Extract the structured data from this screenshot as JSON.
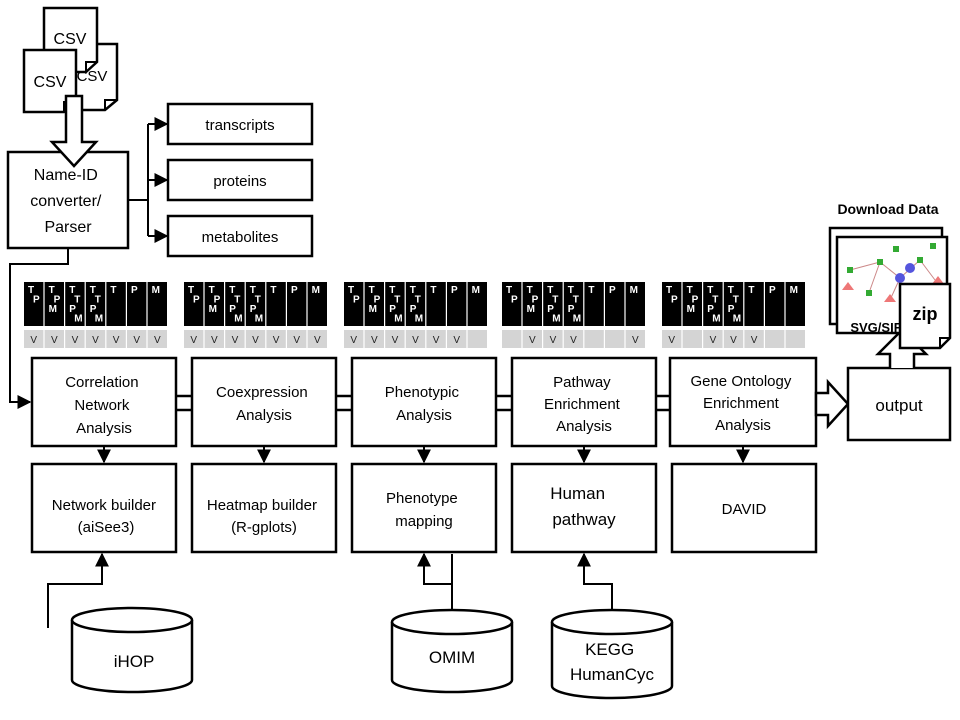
{
  "input_files": [
    "CSV",
    "CSV",
    "CSV"
  ],
  "parser": {
    "lines": [
      "Name-ID",
      "converter/",
      "Parser"
    ]
  },
  "outputs": [
    "transcripts",
    "proteins",
    "metabolites"
  ],
  "download": {
    "title": "Download Data",
    "svg_label": "SVG/SIF",
    "zip_label": "zip"
  },
  "output_box": "output",
  "cell_headers": [
    "T\nP",
    "T\nP\nM",
    "T\nT\nP\nM",
    "T\nT\nP\nM",
    "T",
    "P",
    "M"
  ],
  "cell_groups": [
    {
      "marks": [
        "V",
        "V",
        "V",
        "V",
        "V",
        "V",
        "V"
      ]
    },
    {
      "marks": [
        "V",
        "V",
        "V",
        "V",
        "V",
        "V",
        "V"
      ]
    },
    {
      "marks": [
        "V",
        "V",
        "V",
        "V",
        "V",
        "V",
        ""
      ]
    },
    {
      "marks": [
        "",
        "V",
        "V",
        "V",
        "",
        "",
        "V"
      ]
    },
    {
      "marks": [
        "V",
        "",
        "V",
        "V",
        "V",
        "",
        ""
      ]
    }
  ],
  "analyses": [
    {
      "lines": [
        "Correlation",
        "Network",
        "Analysis"
      ]
    },
    {
      "lines": [
        "Coexpression",
        "Analysis"
      ]
    },
    {
      "lines": [
        "Phenotypic",
        "Analysis"
      ]
    },
    {
      "lines": [
        "Pathway",
        "Enrichment",
        "Analysis"
      ]
    },
    {
      "lines": [
        "Gene Ontology",
        "Enrichment",
        "Analysis"
      ]
    }
  ],
  "tools": [
    {
      "lines": [
        "Network builder",
        "(aiSee3)"
      ]
    },
    {
      "lines": [
        "Heatmap builder",
        "(R-gplots)"
      ]
    },
    {
      "lines": [
        "Phenotype",
        "mapping"
      ]
    },
    {
      "lines": [
        "Human",
        "pathway"
      ]
    },
    {
      "lines": [
        "DAVID"
      ]
    }
  ],
  "databases": [
    {
      "lines": [
        "iHOP"
      ]
    },
    {
      "lines": [
        "OMIM"
      ]
    },
    {
      "lines": [
        "KEGG",
        "HumanCyc"
      ]
    }
  ]
}
